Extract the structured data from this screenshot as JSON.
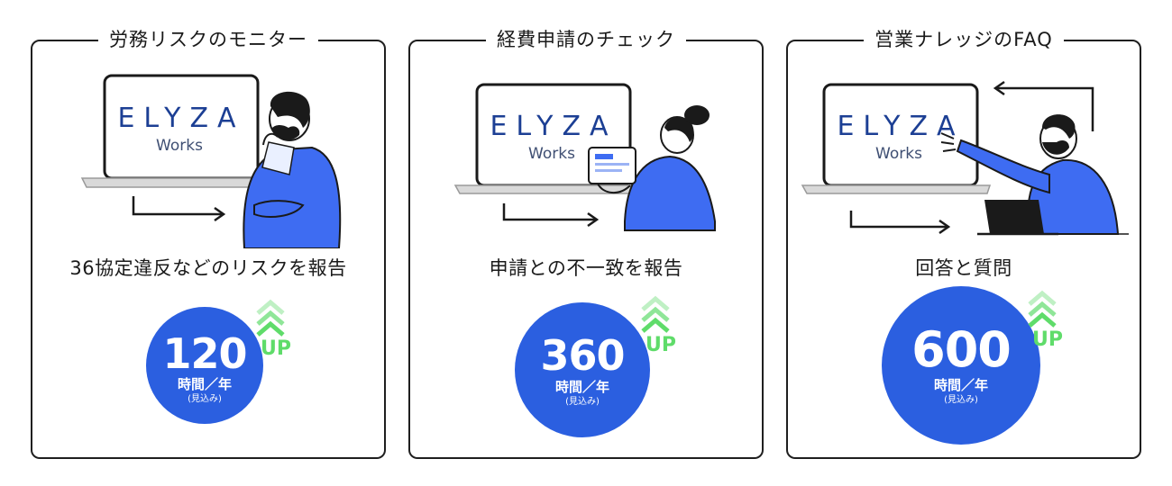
{
  "panels": [
    {
      "title": "労務リスクのモニター",
      "logo_line1": "ELYZA",
      "logo_line2": "Works",
      "description": "36協定違反などのリスクを報告",
      "value": "120",
      "unit": "時間／年",
      "note": "(見込み)",
      "up": "UP"
    },
    {
      "title": "経費申請のチェック",
      "logo_line1": "ELYZA",
      "logo_line2": "Works",
      "description": "申請との不一致を報告",
      "value": "360",
      "unit": "時間／年",
      "note": "(見込み)",
      "up": "UP"
    },
    {
      "title": "営業ナレッジのFAQ",
      "logo_line1": "ELYZA",
      "logo_line2": "Works",
      "description": "回答と質問",
      "value": "600",
      "unit": "時間／年",
      "note": "(見込み)",
      "up": "UP"
    }
  ],
  "colors": {
    "badge_blue": "#2b5fe0",
    "person_blue": "#3e6cf2",
    "up_green": "#5fdc6a",
    "logo_navy": "#1c3f94"
  }
}
